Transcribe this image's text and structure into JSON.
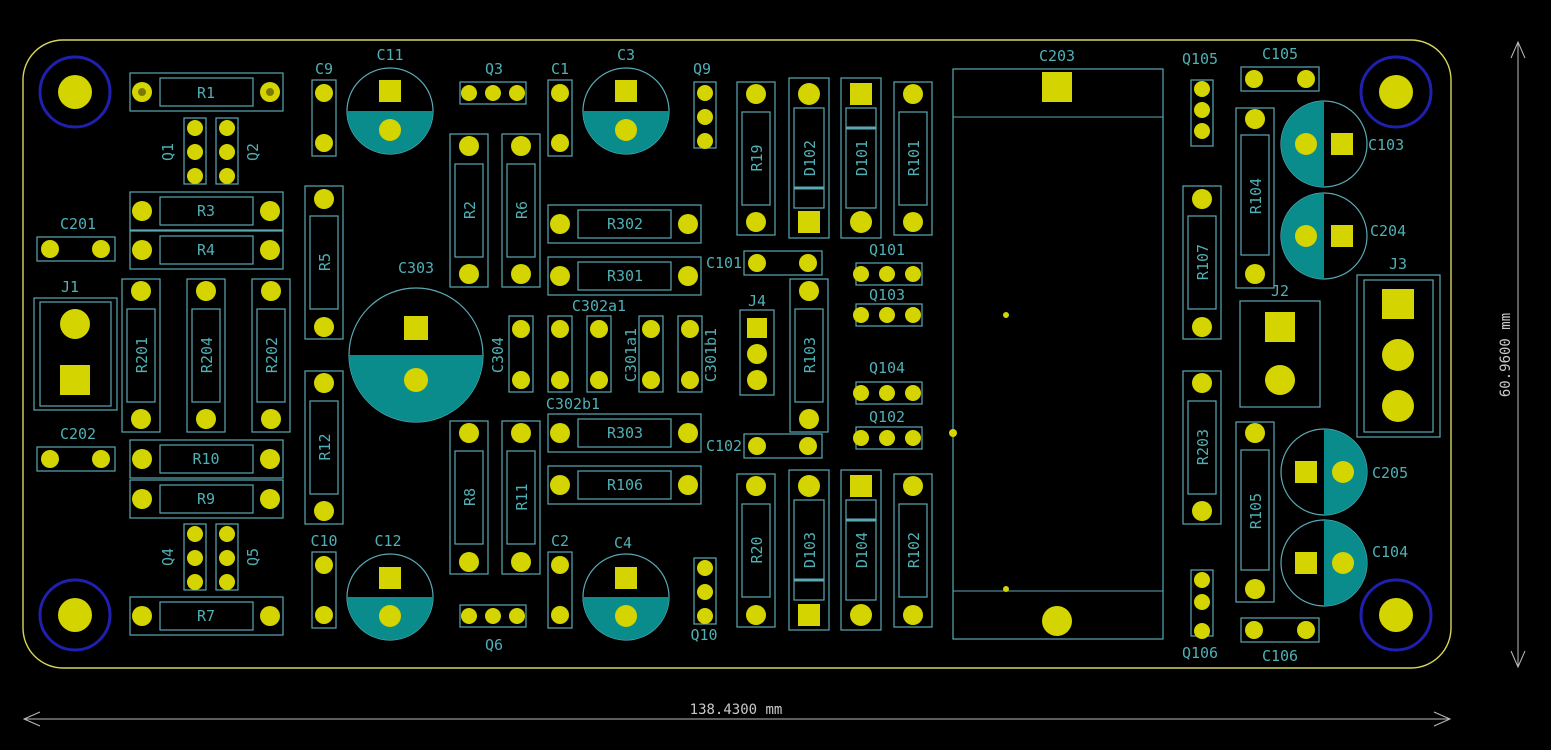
{
  "board": {
    "width_dim": "138.4300 mm",
    "height_dim": "60.9600 mm",
    "colors": {
      "board_bg": "#000000",
      "edge": "#d6d65a",
      "silk": "#5aa9b4",
      "pad": "#d4d400",
      "cap_fill": "#0a8c8c",
      "mount_ring": "#2020b0"
    }
  },
  "refs": {
    "R1": "R1",
    "R3": "R3",
    "R4": "R4",
    "R10": "R10",
    "R9": "R9",
    "R7": "R7",
    "R5": "R5",
    "R12": "R12",
    "R201": "R201",
    "R204": "R204",
    "R202": "R202",
    "R2": "R2",
    "R6": "R6",
    "R8": "R8",
    "R11": "R11",
    "R302": "R302",
    "R301": "R301",
    "R303": "R303",
    "R106": "R106",
    "R19": "R19",
    "R101": "R101",
    "R103": "R103",
    "R20": "R20",
    "R102": "R102",
    "R107": "R107",
    "R104": "R104",
    "R203": "R203",
    "R105": "R105",
    "C9": "C9",
    "C11": "C11",
    "C1": "C1",
    "C3": "C3",
    "C10": "C10",
    "C12": "C12",
    "C2": "C2",
    "C4": "C4",
    "C201": "C201",
    "C202": "C202",
    "C303": "C303",
    "C304": "C304",
    "C302a1": "C302a1",
    "C302b1": "C302b1",
    "C301a1": "C301a1",
    "C301b1": "C301b1",
    "C101": "C101",
    "C102": "C102",
    "C203": "C203",
    "C105": "C105",
    "C103": "C103",
    "C204": "C204",
    "C205": "C205",
    "C104": "C104",
    "C106": "C106",
    "Q1": "Q1",
    "Q2": "Q2",
    "Q3": "Q3",
    "Q4": "Q4",
    "Q5": "Q5",
    "Q6": "Q6",
    "Q9": "Q9",
    "Q10": "Q10",
    "Q101": "Q101",
    "Q102": "Q102",
    "Q103": "Q103",
    "Q104": "Q104",
    "Q105": "Q105",
    "Q106": "Q106",
    "D101": "D101",
    "D102": "D102",
    "D103": "D103",
    "D104": "D104",
    "J1": "J1",
    "J2": "J2",
    "J3": "J3",
    "J4": "J4"
  }
}
